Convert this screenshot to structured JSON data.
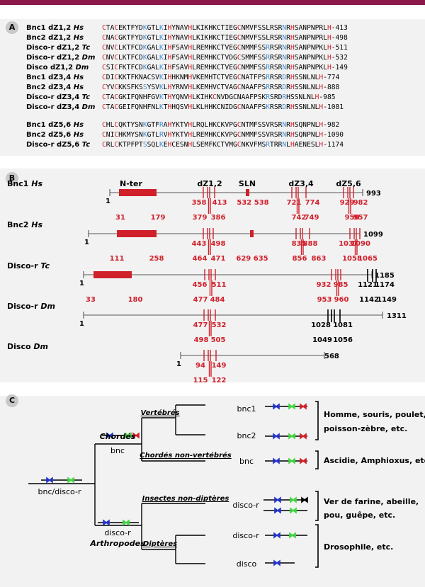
{
  "colors": {
    "bar": "#8b1a4a",
    "red": "#d0202a",
    "blue": "#3d8ed6",
    "panel": "#f2f2f2",
    "badge": "#c8c8c8",
    "green": "#3fd63f",
    "dark_blue": "#2233cc"
  },
  "panel_a": {
    "badge": "A",
    "groups": [
      {
        "rows": [
          {
            "name": "Bnc1 dZ1,2 ",
            "sp": "Hs",
            "seq": "CTACEKTFYDKGTLKIHYNAVHLKIKHKCTIEGCNMVFSSLRSRNRHSANPNPRLH",
            "end": "-413"
          },
          {
            "name": "Bnc2 dZ1,2 ",
            "sp": "Hs",
            "seq": "CNACGKTFYDKGTLKIHYNAVHLKIKHKCTIEGCNMVFSSLRSRNRHSANPNPRLH",
            "end": "-498"
          },
          {
            "name": "Disco-r dZ1,2 ",
            "sp": "Tc",
            "seq": "CNVCLKTFCDKGALKIHFSAVHLREMHKCTVEGCNMMFSSRRSRNRHSANPNPKLH",
            "end": "-511"
          },
          {
            "name": "Disco-r dZ1,2 ",
            "sp": "Dm",
            "seq": "CNVCLKTFCDKGALKIHFSAVHLREMHKCTVDGCSMMFSSRRSRNRHSANPNPKLH",
            "end": "-532"
          },
          {
            "name": "Disco dZ1,2 ",
            "sp": "Dm",
            "seq": "CSICFKTFCDKGALKIHFSAVHLREMHKCTVEGCNMMFSSRRSRNRHSANPNPKLH",
            "end": "-149"
          }
        ]
      },
      {
        "rows": [
          {
            "name": "Bnc1 dZ3,4 ",
            "sp": "Hs",
            "seq": "CDICKKTFKNACSVKIHHKNMHVKEMHTCTVEGCNATFPSRRSRDRHSSNLNLH",
            "end": "-774"
          },
          {
            "name": "Bnc2 dZ3,4 ",
            "sp": "Hs",
            "seq": "CYVCKKSFKSSYSVKLHYRNVHLKEMHVCTVAGCNAAFPSRRSRDRHSSNLNLH",
            "end": "-888"
          },
          {
            "name": "Disco-r dZ3,4 ",
            "sp": "Tc",
            "seq": "CTACGKIFQNHFGVKTHYQNVHLKIHKCNVDGCNAAFPSKRSRDRHSSNLNLH",
            "end": "-985"
          },
          {
            "name": "Disco-r dZ3,4 ",
            "sp": "Dm",
            "seq": "CTACGEIFQNHFNLKTHHQSVHLKLHHKCNIDGCNAAFPSKRSRDRHSSNLNLH",
            "end": "-1081"
          }
        ]
      },
      {
        "rows": [
          {
            "name": "Bnc1 dZ5,6 ",
            "sp": "Hs",
            "seq": "CHLCQKTYSNKGTFRAHYKTVHLRQLHKCKVPGCNTMFSSVRSRNRHSQNPNLH",
            "end": "-982"
          },
          {
            "name": "Bnc2 dZ5,6 ",
            "sp": "Hs",
            "seq": "CNICHKMYSNKGTLRVHYKTVHLREMHKCKVPGCNMMFSSVRSRNRHSQNPNLH",
            "end": "-1090"
          },
          {
            "name": "Disco-r dZ5,6 ",
            "sp": "Tc",
            "seq": "CRLCKTPFPTSSQLKEHCESNHLSEMFKCTVMGCNKVFMSRTRRNLHAENESLH",
            "end": "-1174"
          }
        ]
      }
    ]
  },
  "panel_b": {
    "badge": "B",
    "headers": [
      "N-ter",
      "dZ1,2",
      "SLN",
      "dZ3,4",
      "dZ5,6"
    ],
    "proteins": [
      {
        "name": "Bnc1 ",
        "sp": "Hs",
        "start": "1",
        "end": "993",
        "labels_top": [
          "358",
          "413",
          "532 538",
          "721",
          "774",
          "929",
          "982"
        ],
        "labels_bot": [
          "31",
          "179",
          "379",
          "386",
          "742",
          "749",
          "950",
          "957"
        ]
      },
      {
        "name": "Bnc2 ",
        "sp": "Hs",
        "start": "1",
        "end": "1099",
        "labels_top": [
          "443",
          "498",
          "835",
          "888",
          "1037",
          "1090"
        ],
        "labels_bot": [
          "111",
          "258",
          "464",
          "471",
          "629 635",
          "856",
          "863",
          "1058",
          "1065"
        ]
      },
      {
        "name": "Disco-r ",
        "sp": "Tc",
        "start": "1",
        "end": "1185",
        "labels_top": [
          "456",
          "511",
          "932",
          "985",
          "1121",
          "1174"
        ],
        "labels_bot": [
          "33",
          "180",
          "477",
          "484",
          "953",
          "960",
          "1142",
          "1149"
        ]
      },
      {
        "name": "Disco-r ",
        "sp": "Dm",
        "start": "1",
        "end": "1311",
        "labels_top": [
          "477",
          "532",
          "1028",
          "1081"
        ],
        "labels_bot": [
          "498",
          "505",
          "1049",
          "1056"
        ]
      },
      {
        "name": "Disco ",
        "sp": "Dm",
        "start": "1",
        "end": "568",
        "labels_top": [
          "94",
          "149"
        ],
        "labels_bot": [
          "115",
          "122"
        ]
      }
    ]
  },
  "panel_c": {
    "badge": "C",
    "root": "bnc/disco-r",
    "chordes": "Chordés",
    "bnc": "bnc",
    "vertebres": "Vertébrés",
    "chordes_nv": "Chordés non-vertébrés",
    "disco_r": "disco-r",
    "arthropodes": "Arthropodes",
    "insectes_nd": "Insectes non-diptères",
    "dipteres": "Diptères",
    "leaves": [
      "bnc1",
      "bnc2",
      "bnc",
      "disco-r",
      "disco-r",
      "disco"
    ],
    "groups": [
      [
        "Homme, souris, poulet,",
        "poisson-zèbre, etc."
      ],
      [
        "Ascidie, Amphioxus, etc."
      ],
      [
        "Ver de farine, abeille,",
        "pou, guêpe, etc."
      ],
      [
        "Drosophile, etc."
      ]
    ]
  }
}
